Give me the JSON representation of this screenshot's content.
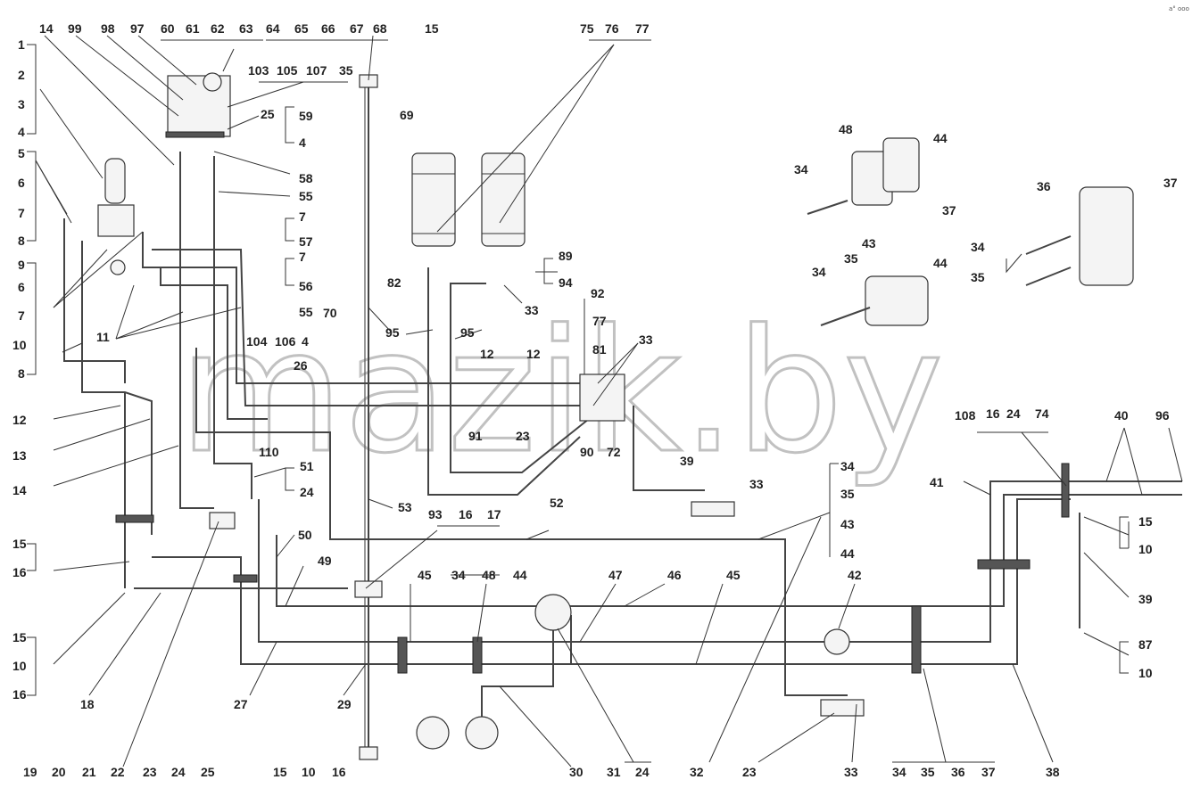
{
  "watermark": "mazik.by",
  "corner_mark": "a° ooo",
  "callouts": {
    "top_left": [
      "14",
      "99",
      "98",
      "97",
      "60",
      "61",
      "62",
      "63",
      "64",
      "65",
      "66",
      "67",
      "68",
      "15"
    ],
    "top_valve": [
      "103",
      "105",
      "107",
      "35"
    ],
    "top_misc": [
      "25",
      "59",
      "4",
      "58",
      "55",
      "7",
      "57",
      "7",
      "56",
      "55",
      "69",
      "70"
    ],
    "left_column": [
      "1",
      "2",
      "3",
      "4",
      "5",
      "6",
      "7",
      "8",
      "9",
      "6",
      "7",
      "10",
      "8",
      "11"
    ],
    "left_lower": [
      "12",
      "13",
      "14",
      "15",
      "16",
      "15",
      "10",
      "16",
      "18",
      "27",
      "29"
    ],
    "bottom_row_left": [
      "19",
      "20",
      "21",
      "22",
      "23",
      "24",
      "25"
    ],
    "bottom_row_mid": [
      "15",
      "10",
      "16"
    ],
    "bottom_row_right": [
      "30",
      "31",
      "24",
      "32",
      "23",
      "33",
      "34",
      "35",
      "36",
      "37",
      "38"
    ],
    "tanks": [
      "75",
      "76",
      "77",
      "82",
      "89",
      "94",
      "33",
      "95",
      "95",
      "92",
      "77",
      "81",
      "33",
      "12",
      "12",
      "91",
      "23",
      "90",
      "72",
      "39",
      "33"
    ],
    "center": [
      "104",
      "106",
      "4",
      "26",
      "110",
      "51",
      "24",
      "50",
      "49",
      "53",
      "93",
      "16",
      "17",
      "52",
      "45",
      "34",
      "48",
      "44",
      "47",
      "46",
      "45",
      "42"
    ],
    "clamps": [
      "48",
      "44",
      "34",
      "37",
      "36",
      "37",
      "34",
      "35",
      "43",
      "44",
      "34",
      "35"
    ],
    "right_side": [
      "34",
      "35",
      "43",
      "44",
      "108",
      "16",
      "24",
      "74",
      "40",
      "96",
      "41",
      "15",
      "10",
      "39",
      "87",
      "10"
    ]
  }
}
